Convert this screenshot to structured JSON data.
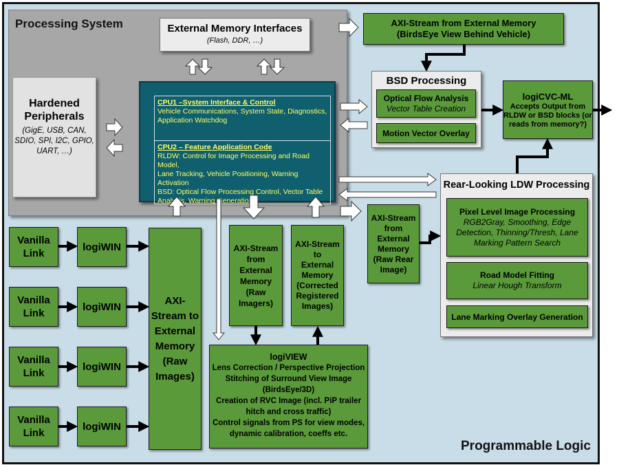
{
  "programmable_logic": {
    "label": "Programmable Logic"
  },
  "processing_system": {
    "label": "Processing System",
    "ext_mem": {
      "title": "External Memory Interfaces",
      "sub": "(Flash, DDR, …)"
    },
    "hardened": {
      "title1": "Hardened",
      "title2": "Peripherals",
      "lines": [
        "(GigE, USB, CAN,",
        "SDIO, SPI, I2C, GPIO,",
        "UART, …)"
      ]
    },
    "cpu1": {
      "title": "CPU1 –System Interface & Control",
      "lines": [
        "Vehicle Communications, System State, Diagnostics,",
        "Application Watchdog"
      ]
    },
    "cpu2": {
      "title": "CPU2 – Feature Application Code",
      "lines": [
        "RLDW:  Control for Image Processing and Road Model,",
        "Lane Tracking, Vehicle Positioning, Warning Activation",
        "BSD:  Optical Flow Processing Control, Vector Table",
        "Analysis, Warning Generation"
      ]
    }
  },
  "axi_birdseye": {
    "line1": "AXI-Stream from External Memory",
    "line2": "(BirdsEye View Behind Vehicle)"
  },
  "bsd": {
    "title": "BSD Processing",
    "ofa_title": "Optical Flow Analysis",
    "ofa_sub": "Vector Table Creation",
    "mvo": "Motion Vector Overlay"
  },
  "logicvc": {
    "title": "logiCVC-ML",
    "lines": [
      "Accepts Output from",
      "RLDW or BSD blocks (or",
      "reads from memory?)"
    ]
  },
  "rldw": {
    "title": "Rear-Looking LDW Processing",
    "pixel_title": "Pixel Level Image Processing",
    "pixel_lines": [
      "RGB2Gray, Smoothing, Edge",
      "Detection, Thinning/Thresh, Lane",
      "Marking Pattern Search"
    ],
    "road_title": "Road Model Fitting",
    "road_sub": "Linear Hough Transform",
    "lane": "Lane Marking Overlay Generation"
  },
  "axi_rear": [
    "AXI-Stream",
    "from External",
    "Memory",
    "(Raw Rear",
    "Image)"
  ],
  "axi_raw_imagers": [
    "AXI-Stream",
    "from External",
    "Memory",
    "(Raw",
    "Imagers)"
  ],
  "axi_corrected": [
    "AXI-Stream to",
    "External",
    "Memory",
    "(Corrected",
    "Registered",
    "Images)"
  ],
  "axi_raw_images": [
    "AXI-",
    "Stream to",
    "External",
    "Memory",
    "(Raw",
    "Images)"
  ],
  "vanilla": [
    "Vanilla",
    "Link"
  ],
  "logiwin": "logiWIN",
  "logiview": [
    "logiVIEW",
    "Lens Correction / Perspective Projection",
    "Stitching of Surround View Image",
    "(BirdsEye/3D)",
    "Creation of RVC Image (incl. PiP trailer",
    "hitch and cross traffic)",
    "Control signals from PS for view modes,",
    "dynamic calibration, coeffs etc."
  ]
}
